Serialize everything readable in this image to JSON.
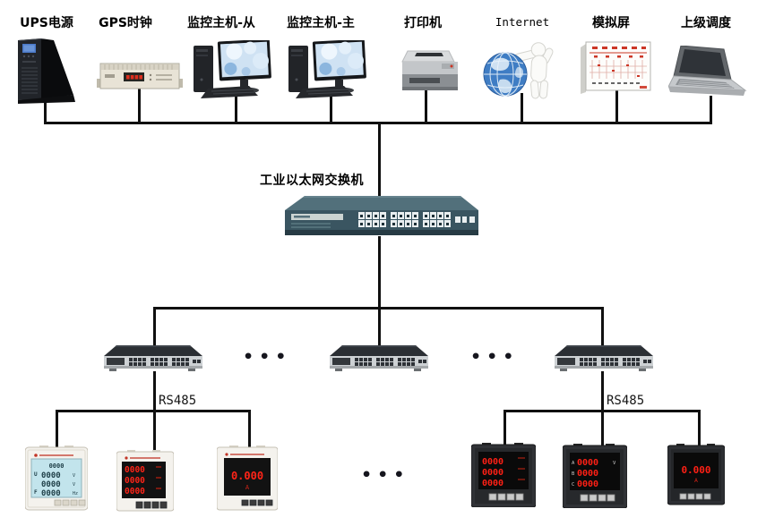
{
  "top_row": {
    "devices": [
      {
        "label": "UPS电源"
      },
      {
        "label": "GPS时钟"
      },
      {
        "label": "监控主机-从"
      },
      {
        "label": "监控主机-主"
      },
      {
        "label": "打印机"
      },
      {
        "label": "Internet"
      },
      {
        "label": "模拟屏"
      },
      {
        "label": "上级调度"
      }
    ]
  },
  "core_switch_label": "工业以太网交换机",
  "bus_labels": {
    "rs485_left": "RS485",
    "rs485_right": "RS485"
  },
  "ellipsis": {
    "switch_row_left": "•••",
    "switch_row_right": "•••",
    "meter_row": "•••"
  },
  "colors": {
    "line": "#101010",
    "led_red": "#ff2015",
    "lcd_bg": "#c2e4ec",
    "switch_teal": "#3e5a66"
  },
  "meters": {
    "left": [
      {
        "kind": "lcd-multirow",
        "rows": [
          "0000",
          "0000",
          "0000",
          "0000"
        ],
        "prefixes": [
          "",
          "U",
          "",
          "F"
        ],
        "units": [
          "",
          "V",
          "V",
          "Hz"
        ]
      },
      {
        "kind": "led-3row",
        "rows": [
          "0000",
          "0000",
          "0000"
        ]
      },
      {
        "kind": "led-single",
        "value": "0.000",
        "unit": "A"
      }
    ],
    "right": [
      {
        "kind": "led-3row",
        "rows": [
          "0000",
          "0000",
          "0000"
        ]
      },
      {
        "kind": "led-3row-phases",
        "prefixes": [
          "A",
          "B",
          "C"
        ],
        "rows": [
          "0000",
          "0000",
          "0000"
        ],
        "unit": "V"
      },
      {
        "kind": "led-single",
        "value": "0.000",
        "unit": "A"
      }
    ]
  }
}
